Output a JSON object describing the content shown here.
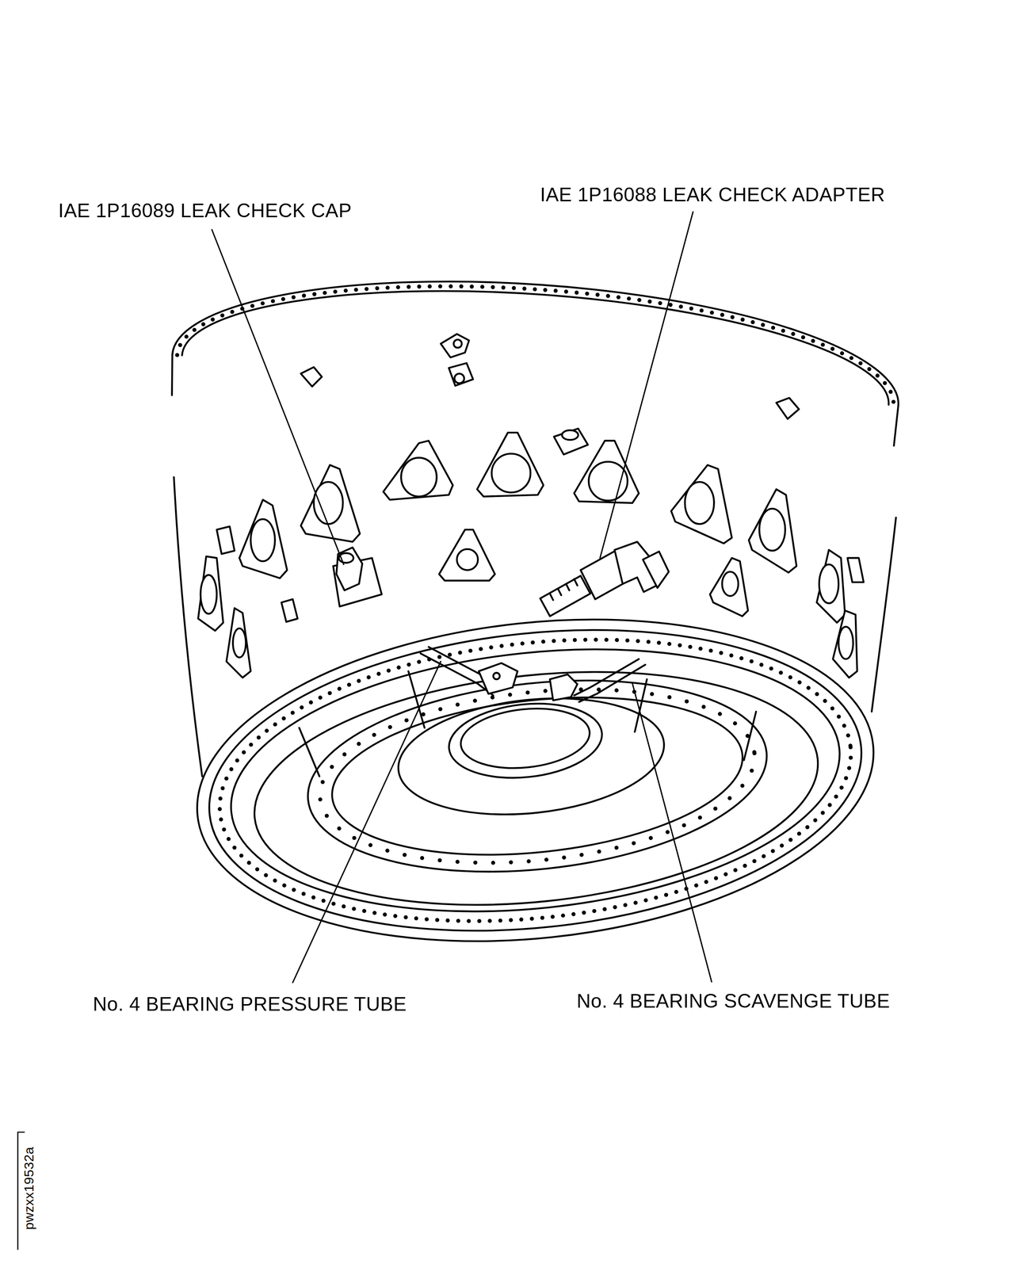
{
  "diagram": {
    "labels": [
      "IAE 1P16089 LEAK CHECK CAP",
      "IAE 1P16088 LEAK CHECK ADAPTER",
      "No. 4 BEARING PRESSURE TUBE",
      "No. 4 BEARING SCAVENGE TUBE",
      "pwzxx19532a"
    ]
  }
}
